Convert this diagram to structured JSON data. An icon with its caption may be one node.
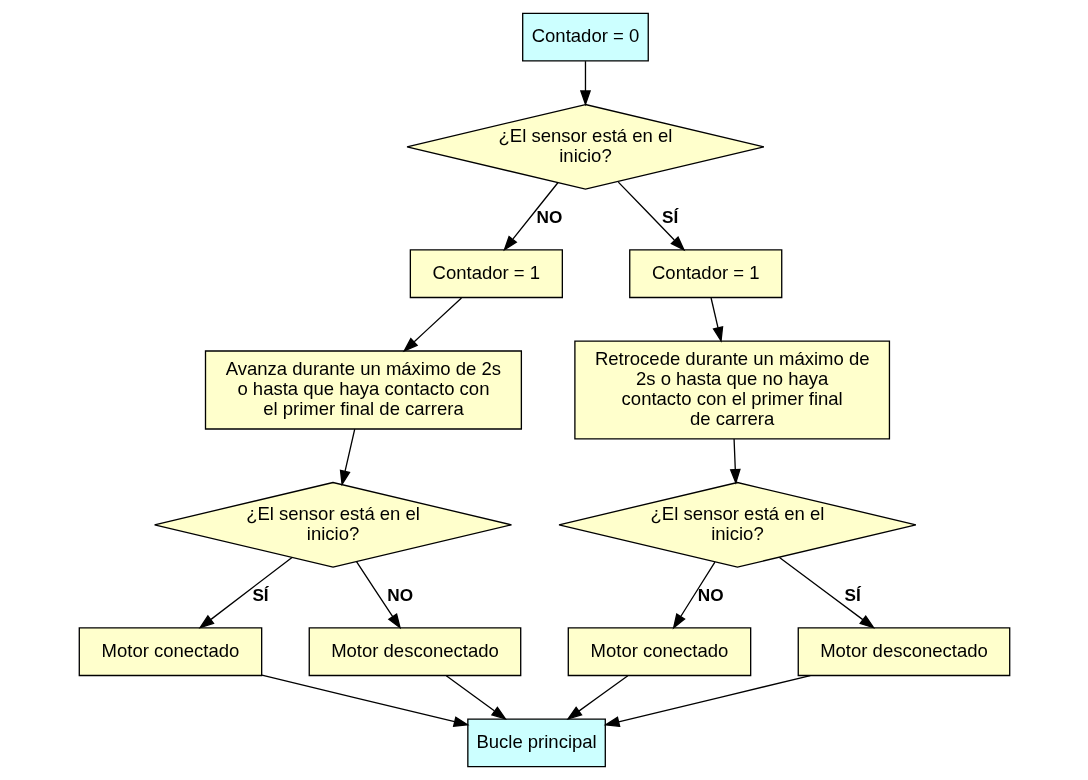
{
  "diagram": {
    "nodes": [
      {
        "text": [
          "Contador = 0"
        ]
      },
      {
        "text": [
          "¿El sensor está en el inicio?"
        ]
      },
      {
        "text": [
          "Contador = 1"
        ]
      },
      {
        "text": [
          "Contador = 1"
        ]
      },
      {
        "text": [
          "Retrocede durante un máximo de 2s o hasta que no haya contacto con el primer final de carrera"
        ]
      },
      {
        "text": [
          "Avanza durante un máximo de 2s o hasta que haya contacto con el primer final de carrera"
        ]
      },
      {
        "text": [
          "¿El sensor está en el inicio?"
        ]
      },
      {
        "text": [
          "Motor conectado"
        ]
      },
      {
        "text": [
          "¿El sensor está en el inicio?"
        ]
      },
      {
        "text": [
          "Motor desconectado"
        ]
      },
      {
        "text": [
          "Motor conectado"
        ]
      },
      {
        "text": [
          "Motor desconectado"
        ]
      },
      {
        "text": [
          "Bucle principal"
        ]
      }
    ],
    "edges": [
      {
        "from": 0,
        "to": 1,
        "arrow": "to"
      },
      {
        "from": 1,
        "to": 2,
        "arrow": "to",
        "label": "NO"
      },
      {
        "from": 1,
        "to": 3,
        "arrow": "to",
        "label": "SÍ"
      },
      {
        "from": 2,
        "to": 5,
        "arrow": "to"
      },
      {
        "from": 3,
        "to": 4,
        "arrow": "to"
      },
      {
        "from": 5,
        "to": 6,
        "arrow": "to"
      },
      {
        "from": 6,
        "to": 7,
        "arrow": "to",
        "label": "SÍ"
      },
      {
        "from": 6,
        "to": 9,
        "arrow": "to",
        "label": "NO"
      },
      {
        "from": 4,
        "to": 8,
        "arrow": "to"
      },
      {
        "from": 8,
        "to": 10,
        "arrow": "to",
        "label": "NO"
      },
      {
        "from": 8,
        "to": 11,
        "arrow": "to",
        "label": "SÍ"
      },
      {
        "from": 7,
        "to": 12,
        "arrow": "to"
      },
      {
        "from": 9,
        "to": 12,
        "arrow": "to"
      },
      {
        "from": 10,
        "to": 12,
        "arrow": "to"
      },
      {
        "from": 11,
        "to": 12,
        "arrow": "to"
      }
    ]
  }
}
